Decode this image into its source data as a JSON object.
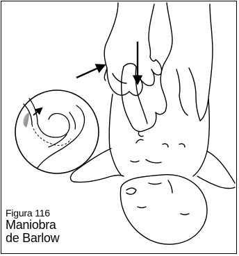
{
  "figure": {
    "number_label": "Figura 116",
    "title_line1": "Maniobra",
    "title_line2": "de Barlow"
  },
  "illustration": {
    "subject": "infant-hip-barlow-maneuver",
    "colors": {
      "line": "#000000",
      "background": "#ffffff",
      "shade": "#9a9a9a"
    }
  }
}
